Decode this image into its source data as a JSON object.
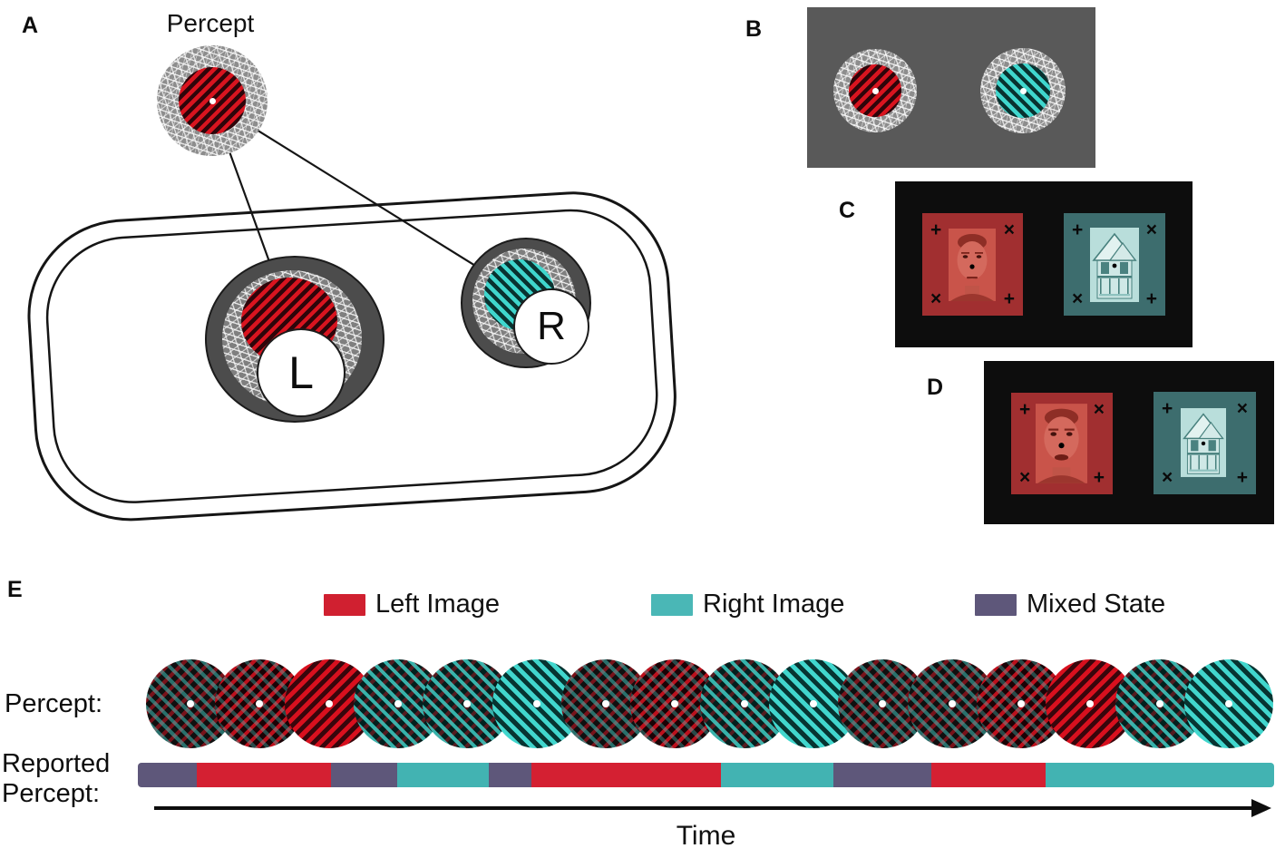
{
  "panels": {
    "a": "A",
    "b": "B",
    "c": "C",
    "d": "D",
    "e": "E"
  },
  "panel_a": {
    "percept_label": "Percept",
    "left_eye_label": "L",
    "right_eye_label": "R"
  },
  "stimuli": {
    "left": "face",
    "right": "house"
  },
  "stimulus_markers": {
    "top_left": "+",
    "top_right": "×",
    "bottom_left": "×",
    "bottom_right": "+"
  },
  "legend": {
    "items": [
      {
        "key": "left",
        "label": "Left Image",
        "color": "#d02030"
      },
      {
        "key": "right",
        "label": "Right Image",
        "color": "#4ab7b6"
      },
      {
        "key": "mixed",
        "label": "Mixed State",
        "color": "#5e577a"
      }
    ]
  },
  "timeline": {
    "percept_row_label": "Percept:",
    "reported_row_label_line1": "Reported",
    "reported_row_label_line2": "Percept:",
    "time_axis_label": "Time",
    "percept_sequence": [
      "mixed",
      "mixed-red",
      "red",
      "mixed-teal",
      "mixed-teal",
      "teal",
      "mixed",
      "mixed-red",
      "mixed-teal",
      "teal",
      "mixed",
      "mixed",
      "mixed-red",
      "red",
      "mixed-teal",
      "teal"
    ],
    "reported_segments": [
      {
        "state": "mixed",
        "width_pct": 5.2
      },
      {
        "state": "left",
        "width_pct": 11.8
      },
      {
        "state": "mixed",
        "width_pct": 5.8
      },
      {
        "state": "right",
        "width_pct": 8.1
      },
      {
        "state": "mixed",
        "width_pct": 3.7
      },
      {
        "state": "left",
        "width_pct": 16.7
      },
      {
        "state": "right",
        "width_pct": 9.9
      },
      {
        "state": "mixed",
        "width_pct": 8.6
      },
      {
        "state": "left",
        "width_pct": 10.1
      },
      {
        "state": "right",
        "width_pct": 20.1
      }
    ]
  },
  "colors": {
    "left_image": "#d02030",
    "right_image": "#4ab7b6",
    "mixed_state": "#5e577a",
    "panel_b_background": "#595959",
    "panel_cd_background": "#0d0d0d",
    "red_stimulus_square": "#a12f30",
    "teal_stimulus_square": "#3d6d6e"
  }
}
